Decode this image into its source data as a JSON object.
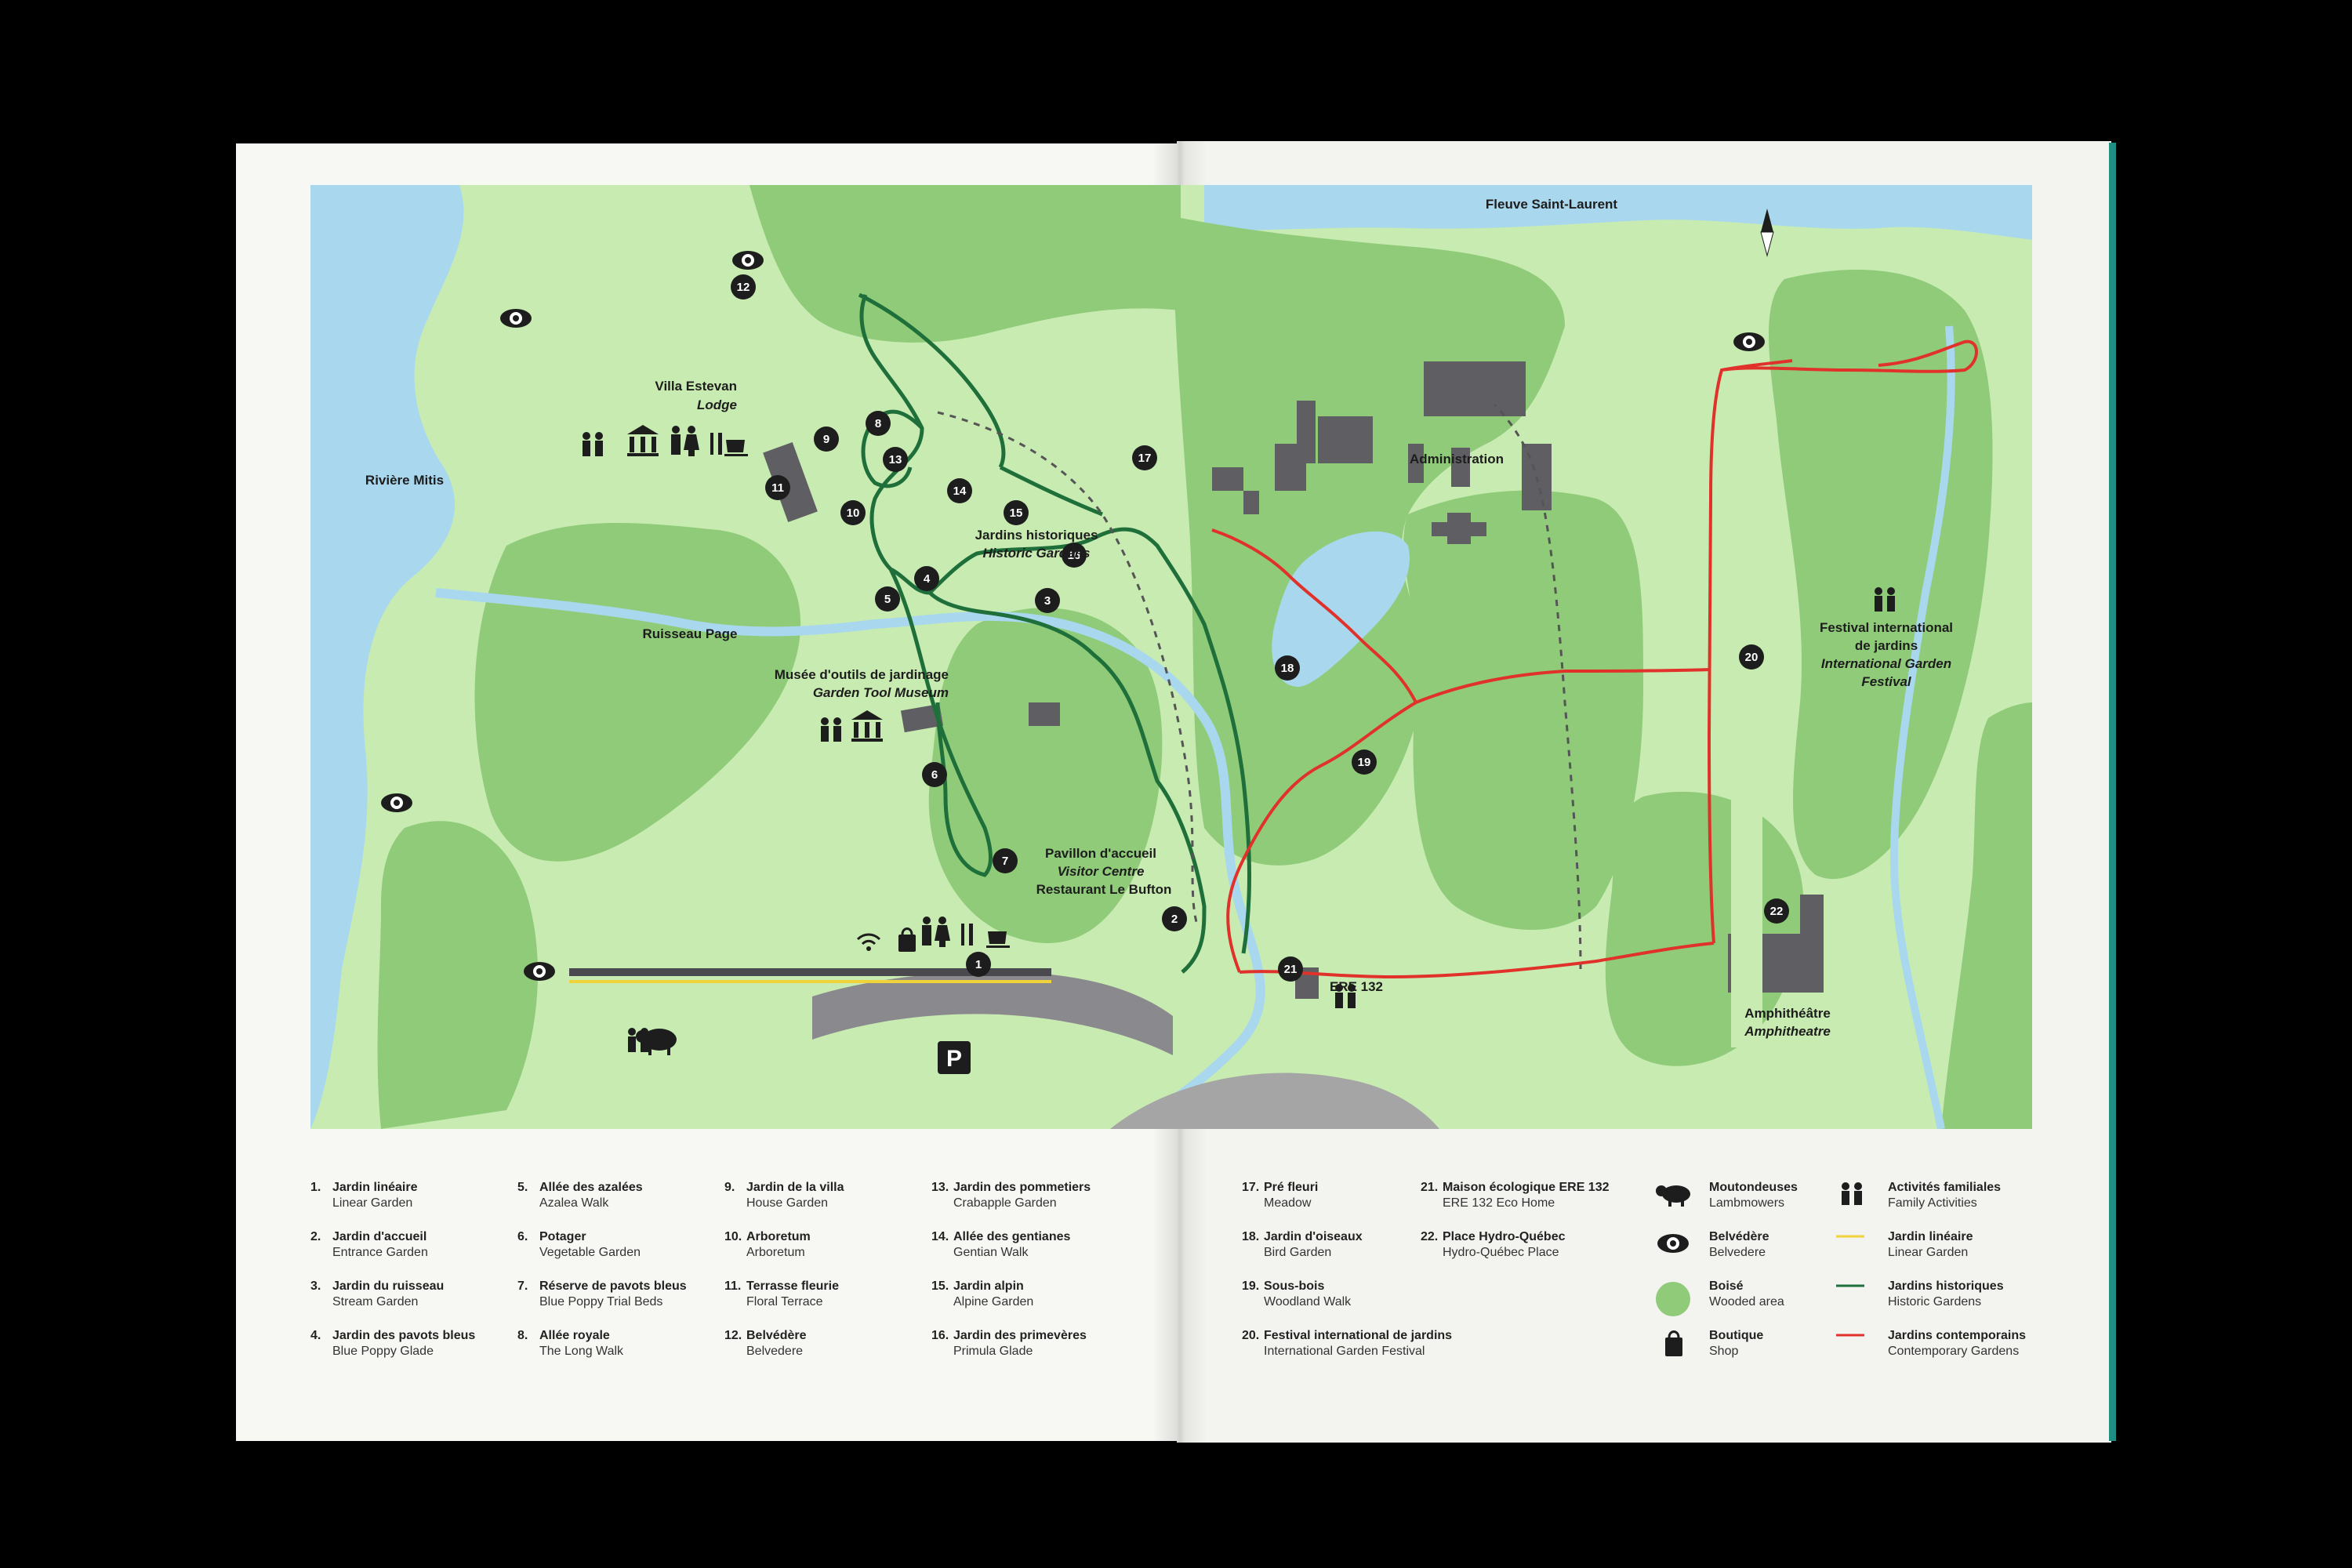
{
  "map_labels": {
    "fleuve": "Fleuve Saint-Laurent",
    "riviere": "Rivière Mitis",
    "ruisseau": "Ruisseau Page",
    "villa_fr": "Villa Estevan",
    "villa_en": "Lodge",
    "historic_fr": "Jardins historiques",
    "historic_en": "Historic Gardens",
    "museum_fr": "Musée d'outils de jardinage",
    "museum_en": "Garden Tool Museum",
    "pavillon_fr": "Pavillon d'accueil",
    "pavillon_en": "Visitor Centre",
    "restaurant": "Restaurant Le Bufton",
    "administration": "Administration",
    "festival_fr1": "Festival international",
    "festival_fr2": "de jardins",
    "festival_en1": "International Garden",
    "festival_en2": "Festival",
    "ere": "ERE 132",
    "amphi_fr": "Amphithéâtre",
    "amphi_en": "Amphitheatre",
    "parking": "P"
  },
  "markers": [
    "1",
    "2",
    "3",
    "4",
    "5",
    "6",
    "7",
    "8",
    "9",
    "10",
    "11",
    "12",
    "13",
    "14",
    "15",
    "16",
    "17",
    "18",
    "19",
    "20",
    "21",
    "22"
  ],
  "legend": {
    "col1": [
      {
        "n": "1.",
        "fr": "Jardin linéaire",
        "en": "Linear Garden"
      },
      {
        "n": "2.",
        "fr": "Jardin d'accueil",
        "en": "Entrance Garden"
      },
      {
        "n": "3.",
        "fr": "Jardin du ruisseau",
        "en": "Stream Garden"
      },
      {
        "n": "4.",
        "fr": "Jardin des pavots bleus",
        "en": "Blue Poppy Glade"
      }
    ],
    "col2": [
      {
        "n": "5.",
        "fr": "Allée des azalées",
        "en": "Azalea Walk"
      },
      {
        "n": "6.",
        "fr": "Potager",
        "en": "Vegetable Garden"
      },
      {
        "n": "7.",
        "fr": "Réserve de pavots bleus",
        "en": "Blue Poppy Trial Beds"
      },
      {
        "n": "8.",
        "fr": "Allée royale",
        "en": "The Long Walk"
      }
    ],
    "col3": [
      {
        "n": "9.",
        "fr": "Jardin de la villa",
        "en": "House Garden"
      },
      {
        "n": "10.",
        "fr": "Arboretum",
        "en": "Arboretum"
      },
      {
        "n": "11.",
        "fr": "Terrasse fleurie",
        "en": "Floral Terrace"
      },
      {
        "n": "12.",
        "fr": "Belvédère",
        "en": "Belvedere"
      }
    ],
    "col4": [
      {
        "n": "13.",
        "fr": "Jardin des pommetiers",
        "en": "Crabapple Garden"
      },
      {
        "n": "14.",
        "fr": "Allée des gentianes",
        "en": "Gentian Walk"
      },
      {
        "n": "15.",
        "fr": "Jardin alpin",
        "en": "Alpine Garden"
      },
      {
        "n": "16.",
        "fr": "Jardin des primevères",
        "en": "Primula Glade"
      }
    ],
    "col5": [
      {
        "n": "17.",
        "fr": "Pré fleuri",
        "en": "Meadow"
      },
      {
        "n": "18.",
        "fr": "Jardin d'oiseaux",
        "en": "Bird Garden"
      },
      {
        "n": "19.",
        "fr": "Sous-bois",
        "en": "Woodland Walk"
      },
      {
        "n": "20.",
        "fr": "Festival international de jardins",
        "en": "International Garden Festival"
      }
    ],
    "col6": [
      {
        "n": "21.",
        "fr": "Maison écologique ERE 132",
        "en": "ERE 132 Eco Home"
      },
      {
        "n": "22.",
        "fr": "Place Hydro-Québec",
        "en": "Hydro-Québec Place"
      }
    ],
    "symbols1": [
      {
        "icon": "sheep-icon",
        "fr": "Moutondeuses",
        "en": "Lambmowers"
      },
      {
        "icon": "eye-icon",
        "fr": "Belvédère",
        "en": "Belvedere"
      },
      {
        "icon": "wooded-area-icon",
        "fr": "Boisé",
        "en": "Wooded area"
      },
      {
        "icon": "shopping-bag-icon",
        "fr": "Boutique",
        "en": "Shop"
      }
    ],
    "symbols2": [
      {
        "icon": "family-icon",
        "fr": "Activités familiales",
        "en": "Family Activities"
      },
      {
        "icon": "yellow-line-icon",
        "fr": "Jardin linéaire",
        "en": "Linear Garden"
      },
      {
        "icon": "green-line-icon",
        "fr": "Jardins historiques",
        "en": "Historic Gardens"
      },
      {
        "icon": "red-line-icon",
        "fr": "Jardins contemporains",
        "en": "Contemporary Gardens"
      }
    ]
  },
  "colors": {
    "water": "#a9d8ee",
    "light_green": "#c8ebb1",
    "mid_green": "#9fd18a",
    "forest_green": "#7dbb6c",
    "historic_route": "#1f6f3a",
    "contemporary_route": "#e0322b",
    "linear_route": "#f0d23a",
    "building": "#5f5f63"
  }
}
